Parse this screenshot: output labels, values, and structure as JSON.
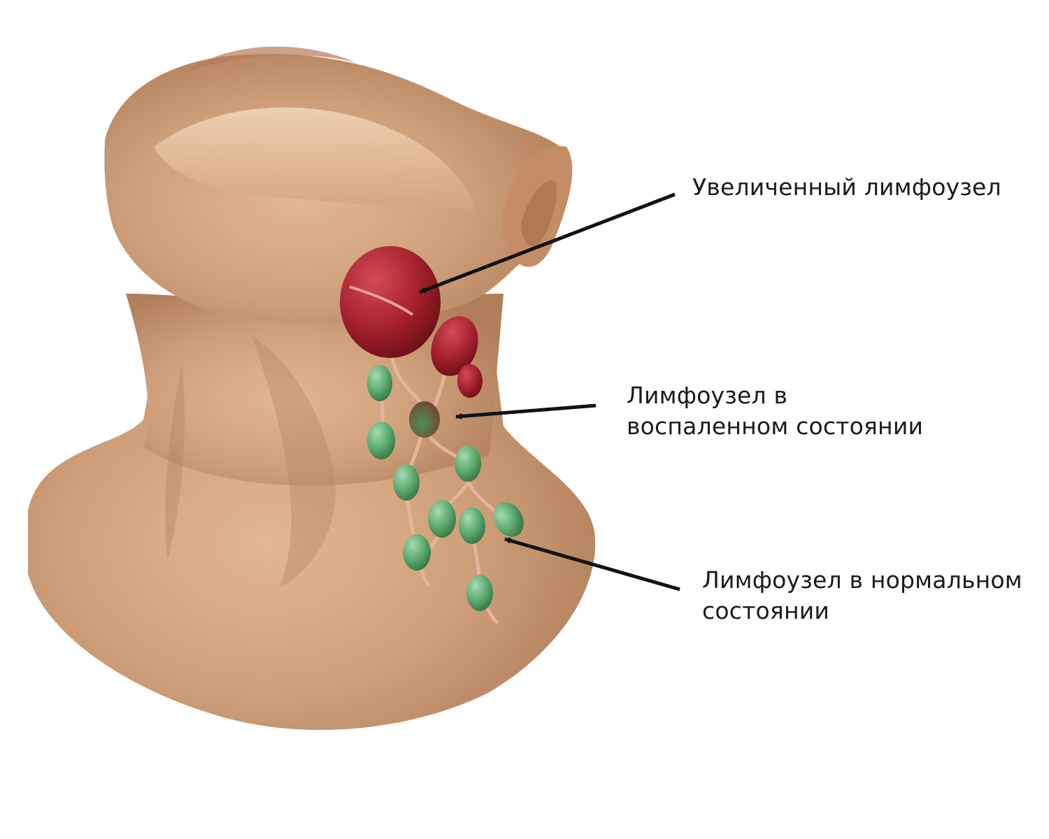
{
  "labels": {
    "enlarged": {
      "line1": "Увеличенный лимфоузел"
    },
    "inflamed": {
      "line1": "Лимфоузел в",
      "line2": "воспаленном состоянии"
    },
    "normal": {
      "line1": "Лимфоузел в нормальном",
      "line2": "состоянии"
    }
  },
  "colors": {
    "skin": "#c99a72",
    "enlarged_node": "#a3202c",
    "normal_node": "#5aa86c",
    "arrow": "#111111"
  }
}
